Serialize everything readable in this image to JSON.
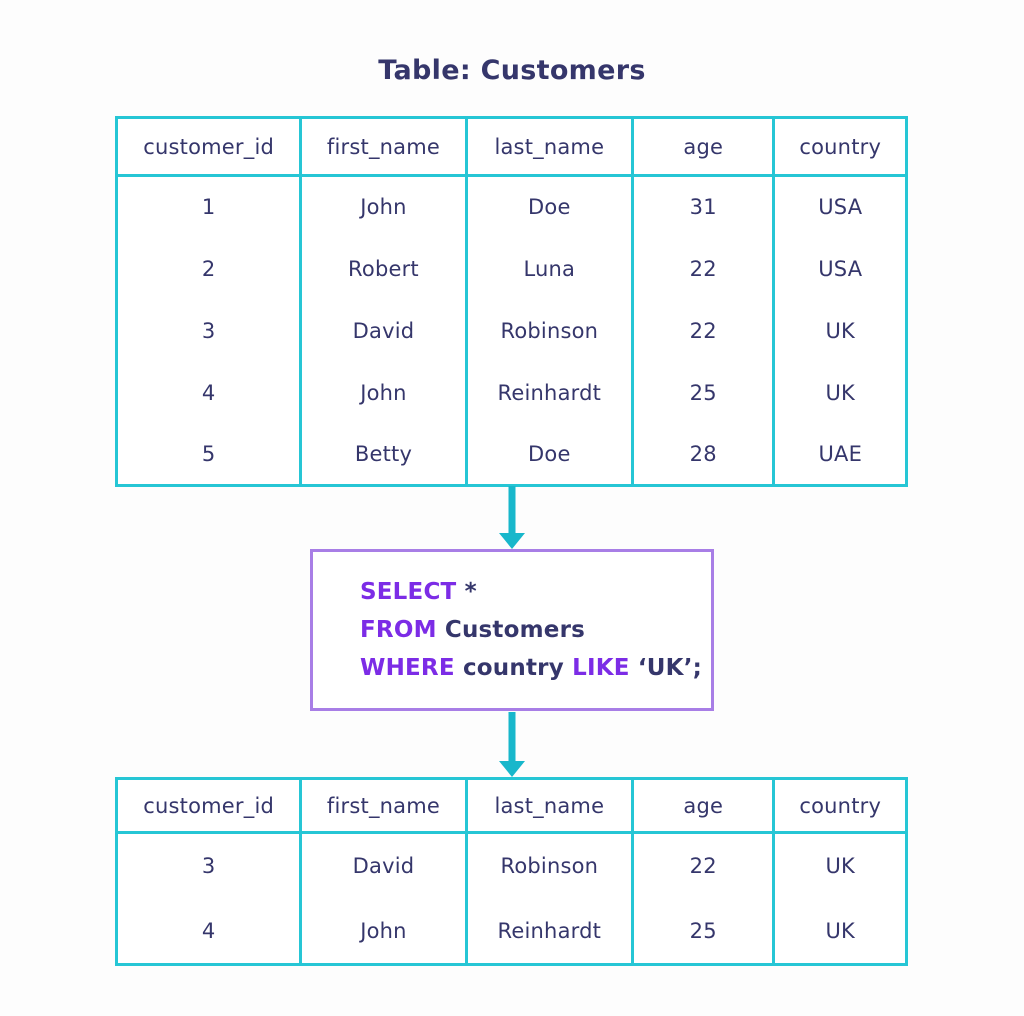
{
  "page": {
    "title": "Table: Customers"
  },
  "colors": {
    "table_border": "#26c6d5",
    "arrow": "#18b7cb",
    "sql_box_border": "#a87ee6",
    "keyword": "#7c2ce6",
    "text": "#35366b"
  },
  "source_table": {
    "headers": [
      "customer_id",
      "first_name",
      "last_name",
      "age",
      "country"
    ],
    "rows": [
      [
        "1",
        "John",
        "Doe",
        "31",
        "USA"
      ],
      [
        "2",
        "Robert",
        "Luna",
        "22",
        "USA"
      ],
      [
        "3",
        "David",
        "Robinson",
        "22",
        "UK"
      ],
      [
        "4",
        "John",
        "Reinhardt",
        "25",
        "UK"
      ],
      [
        "5",
        "Betty",
        "Doe",
        "28",
        "UAE"
      ]
    ]
  },
  "sql_query": {
    "lines": [
      [
        {
          "text": "SELECT",
          "keyword": true
        },
        {
          "text": " *",
          "keyword": false
        }
      ],
      [
        {
          "text": "FROM",
          "keyword": true
        },
        {
          "text": " Customers",
          "keyword": false
        }
      ],
      [
        {
          "text": "WHERE",
          "keyword": true
        },
        {
          "text": " country ",
          "keyword": false
        },
        {
          "text": "LIKE",
          "keyword": true
        },
        {
          "text": " ‘UK’;",
          "keyword": false
        }
      ]
    ]
  },
  "result_table": {
    "headers": [
      "customer_id",
      "first_name",
      "last_name",
      "age",
      "country"
    ],
    "rows": [
      [
        "3",
        "David",
        "Robinson",
        "22",
        "UK"
      ],
      [
        "4",
        "John",
        "Reinhardt",
        "25",
        "UK"
      ]
    ]
  }
}
